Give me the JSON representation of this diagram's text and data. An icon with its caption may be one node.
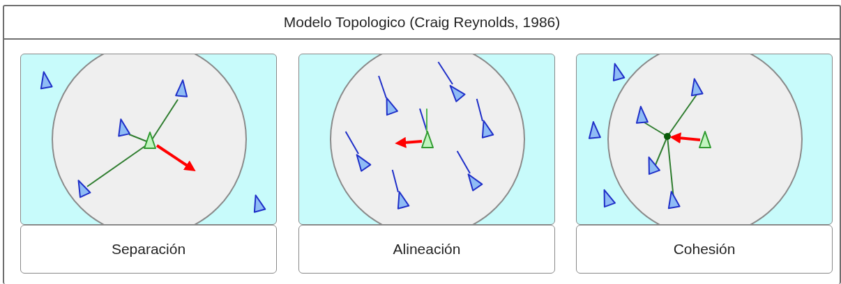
{
  "diagram": {
    "nodes": [
      {
        "text": [
          "Modelo Topologico (Craig Reynolds, 1986)"
        ]
      },
      {
        "text": [],
        "shape": "picture",
        "in": 0
      },
      {
        "text": [],
        "shape": "picture",
        "in": 0
      },
      {
        "text": [],
        "shape": "picture",
        "in": 0
      },
      {
        "text": [
          "Separación"
        ],
        "in": 0
      },
      {
        "text": [
          "Alineación"
        ],
        "in": 0
      },
      {
        "text": [
          "Cohesión"
        ],
        "in": 0
      }
    ]
  }
}
